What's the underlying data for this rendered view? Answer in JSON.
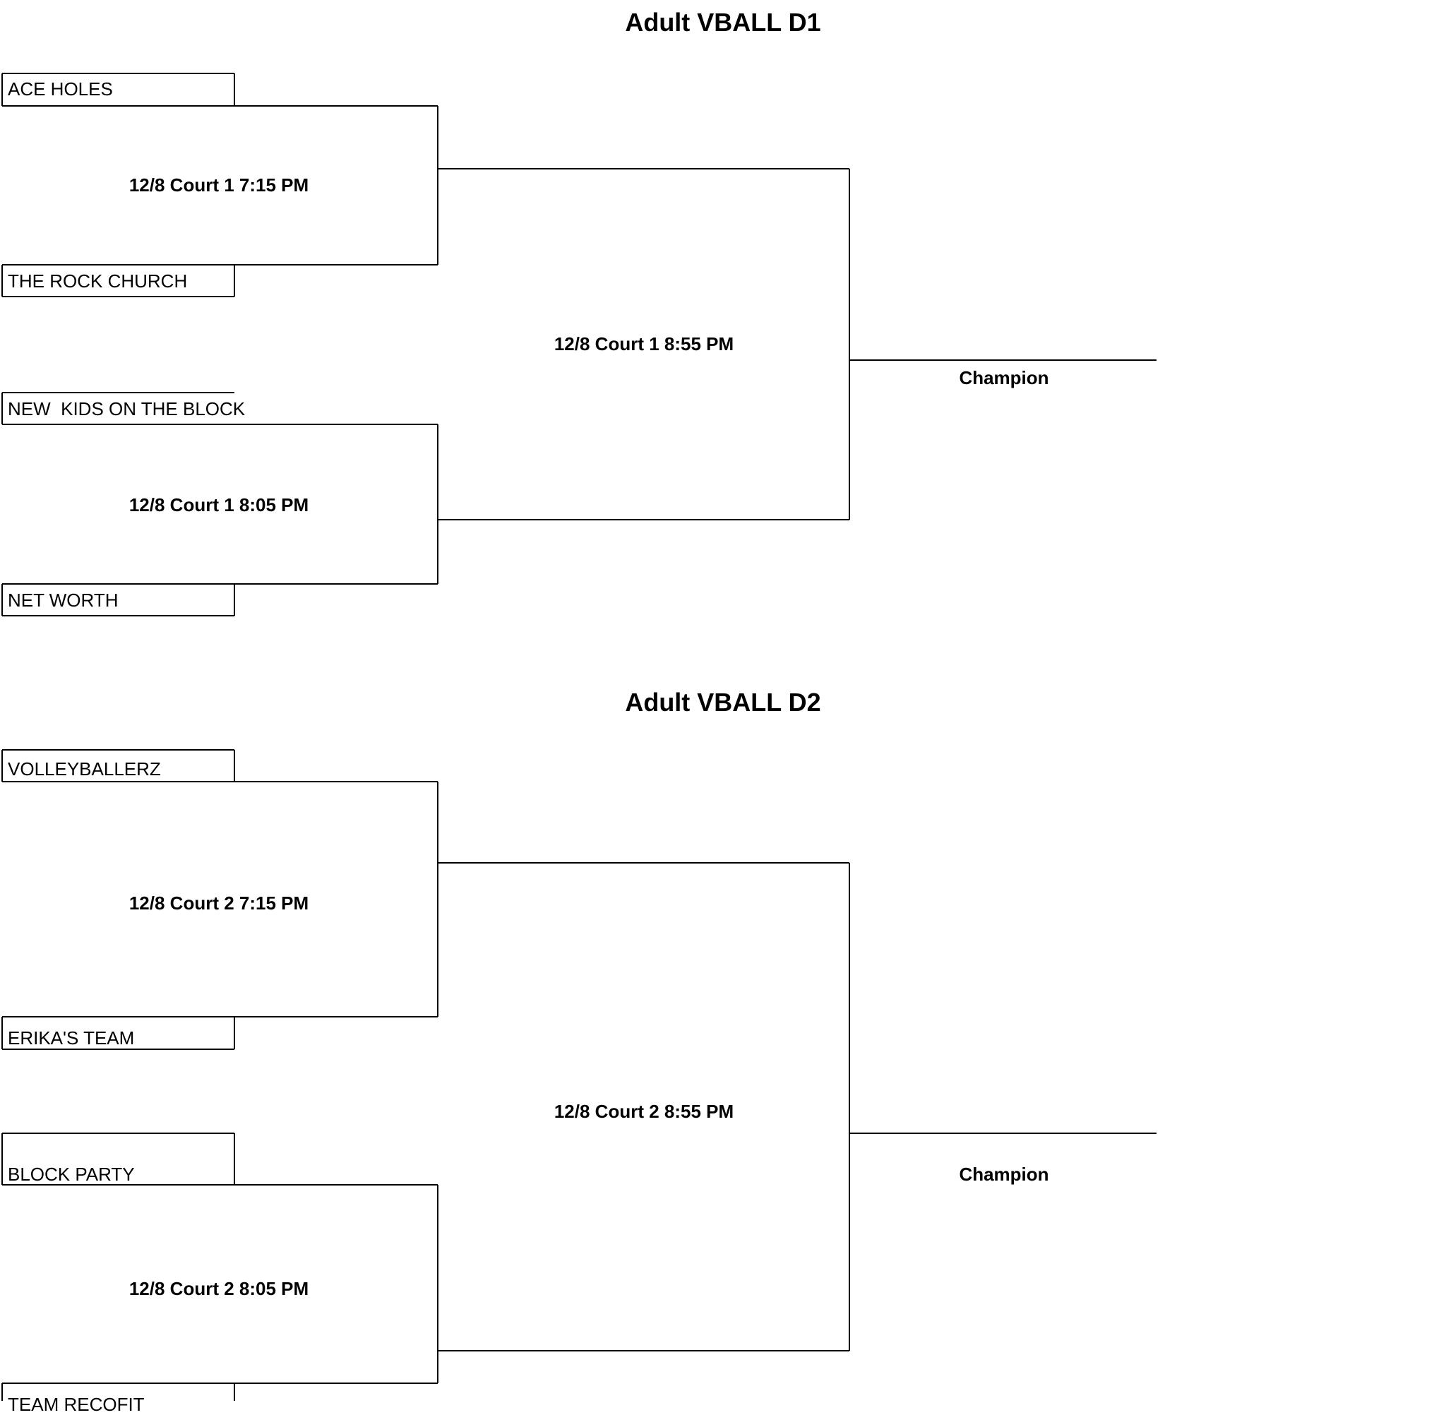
{
  "brackets": [
    {
      "title": "Adult VBALL D1",
      "teams": [
        "ACE HOLES",
        "THE ROCK CHURCH",
        "NEW  KIDS ON THE BLOCK",
        "NET WORTH"
      ],
      "semifinals": [
        "12/8 Court 1 7:15 PM",
        "12/8 Court 1 8:05 PM"
      ],
      "final": "12/8 Court 1 8:55 PM",
      "champion_label": "Champion"
    },
    {
      "title": "Adult VBALL D2",
      "teams": [
        "VOLLEYBALLERZ",
        "ERIKA'S TEAM",
        "BLOCK PARTY",
        "TEAM RECOFIT"
      ],
      "semifinals": [
        "12/8 Court 2 7:15 PM",
        "12/8 Court 2 8:05 PM"
      ],
      "final": "12/8 Court 2 8:55 PM",
      "champion_label": "Champion"
    }
  ]
}
